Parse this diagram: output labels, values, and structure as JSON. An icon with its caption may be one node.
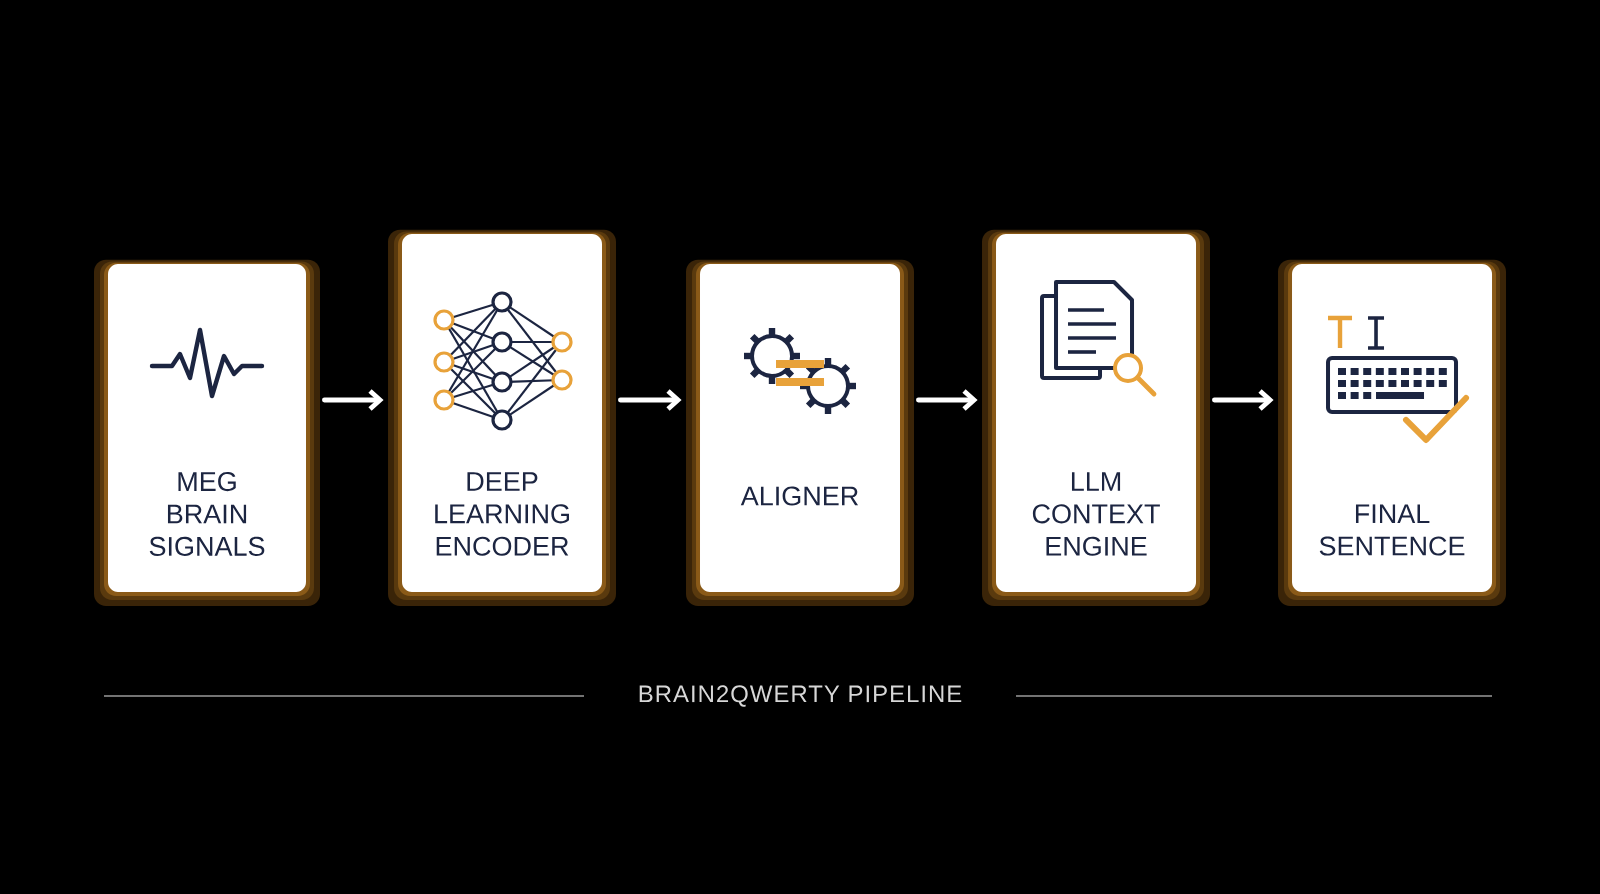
{
  "diagram": {
    "title": "BRAIN2QWERTY PIPELINE",
    "nodes": [
      {
        "text": [
          "MEG BRAIN SIGNALS"
        ]
      },
      {
        "text": [
          "DEEP LEARNING ENCODER"
        ]
      },
      {
        "text": [
          "ALIGNER"
        ]
      },
      {
        "text": [
          "LLM CONTEXT ENGINE"
        ]
      },
      {
        "text": [
          "FINAL SENTENCE"
        ]
      }
    ],
    "edges": [
      {
        "from": 0,
        "to": 1,
        "arrow": "to"
      },
      {
        "from": 1,
        "to": 2,
        "arrow": "to"
      },
      {
        "from": 2,
        "to": 3,
        "arrow": "to"
      },
      {
        "from": 3,
        "to": 4,
        "arrow": "to"
      }
    ]
  }
}
